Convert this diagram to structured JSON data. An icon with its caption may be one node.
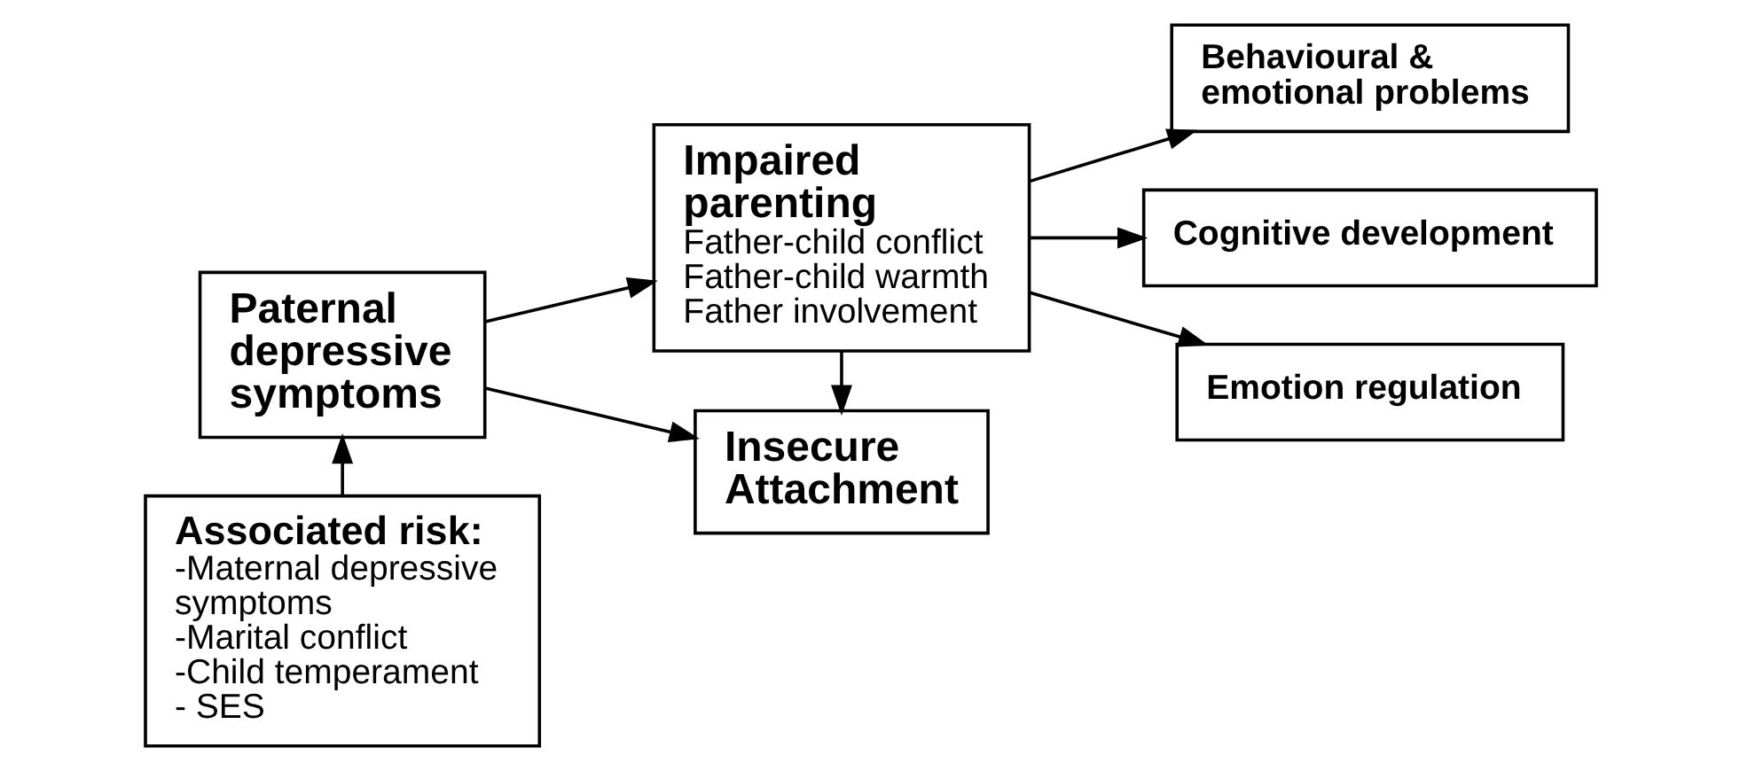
{
  "diagram": {
    "nodes": [
      {
        "text": [
          "Paternal depressive symptoms"
        ]
      },
      {
        "text": [
          "Impaired parenting",
          "Father-child conflict Father-child warmth Father involvement"
        ]
      },
      {
        "text": [
          "Insecure Attachment"
        ]
      },
      {
        "text": [
          "Associated risk:",
          "-Maternal depressive symptoms -Marital conflict -Child temperament - SES"
        ]
      },
      {
        "text": [
          "Behavioural & emotional problems"
        ]
      },
      {
        "text": [
          "Cognitive development"
        ]
      },
      {
        "text": [
          "Emotion regulation"
        ]
      }
    ],
    "edges": [
      {
        "from": 3,
        "to": 0,
        "arrow": "to"
      },
      {
        "from": 0,
        "to": 1,
        "arrow": "to"
      },
      {
        "from": 0,
        "to": 2,
        "arrow": "to"
      },
      {
        "from": 1,
        "to": 2,
        "arrow": "to"
      },
      {
        "from": 1,
        "to": 4,
        "arrow": "to"
      },
      {
        "from": 1,
        "to": 5,
        "arrow": "to"
      },
      {
        "from": 1,
        "to": 6,
        "arrow": "to"
      }
    ]
  }
}
